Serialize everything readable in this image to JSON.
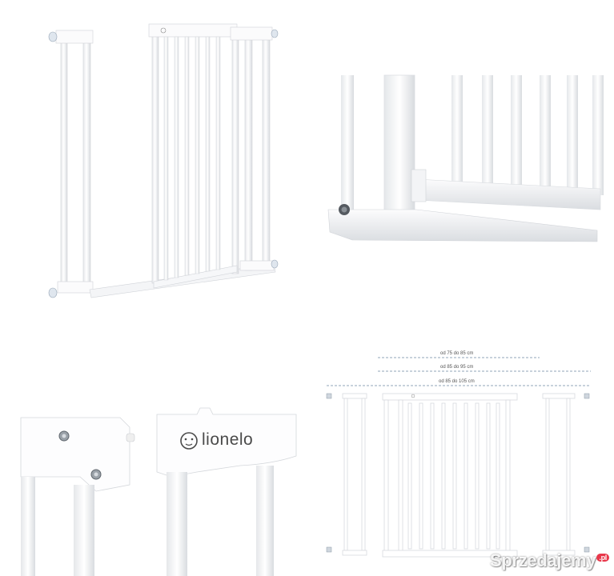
{
  "dimensions": {
    "range_1": "od 75 do 85 cm",
    "range_2": "od 85 do 95 cm",
    "range_3": "od 85 do 105 cm"
  },
  "brand": {
    "logo_text": "lionelo"
  },
  "watermark": {
    "text": "Sprzedajemy",
    "badge": ".pl"
  },
  "colors": {
    "gate_white": "#ffffff",
    "edge_gray": "#d6d9dd",
    "dim_line": "#6e86a3",
    "watermark_badge": "#e8374a"
  }
}
